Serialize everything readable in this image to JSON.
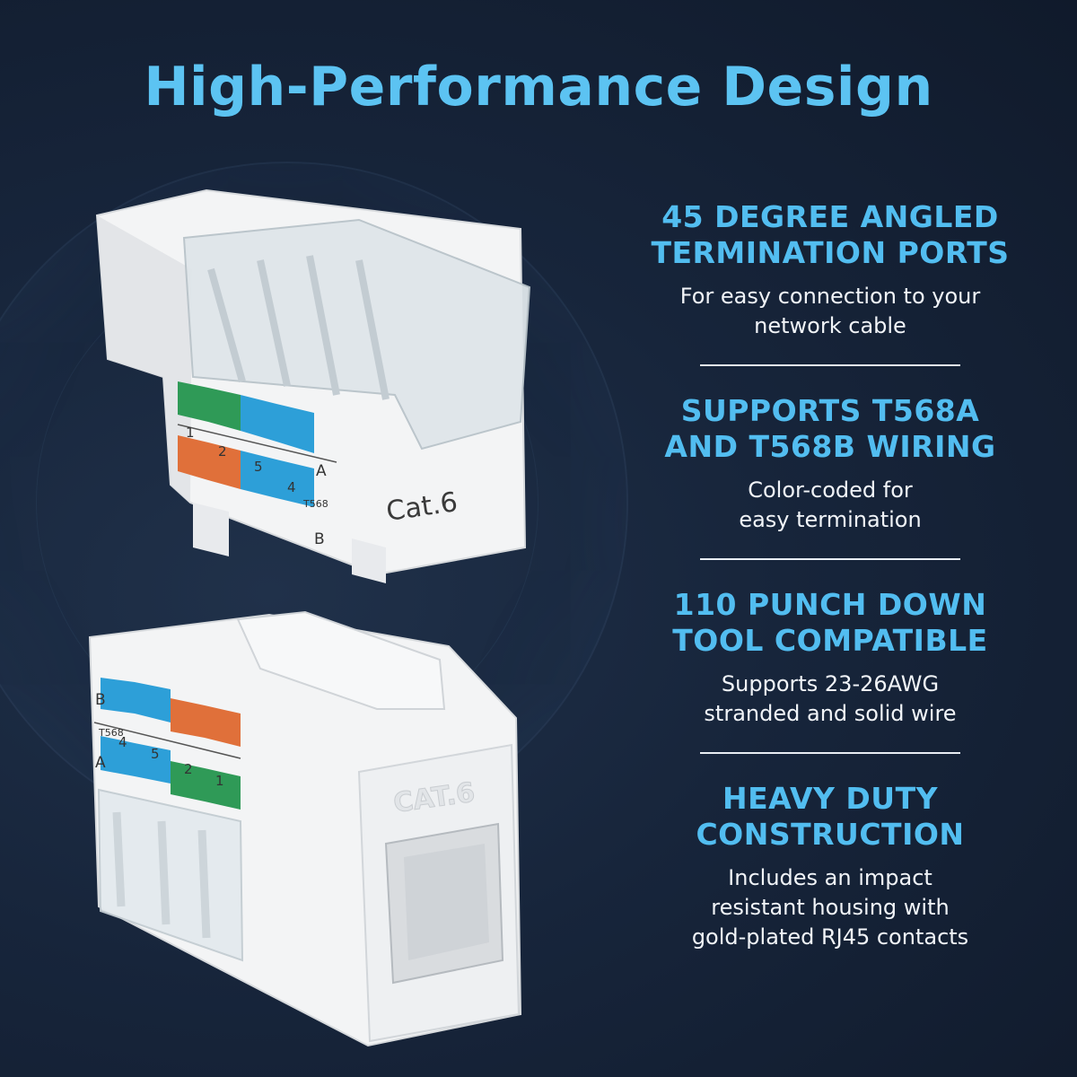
{
  "title": "High-Performance Design",
  "features": [
    {
      "heading_lines": [
        "45 DEGREE ANGLED",
        "TERMINATION PORTS"
      ],
      "desc_lines": [
        "For easy connection to your",
        "network cable"
      ]
    },
    {
      "heading_lines": [
        "SUPPORTS T568A",
        "AND T568B WIRING"
      ],
      "desc_lines": [
        "Color-coded for",
        "easy termination"
      ]
    },
    {
      "heading_lines": [
        "110 PUNCH DOWN",
        "TOOL COMPATIBLE"
      ],
      "desc_lines": [
        "Supports 23-26AWG",
        "stranded and solid wire"
      ]
    },
    {
      "heading_lines": [
        "HEAVY DUTY",
        "CONSTRUCTION"
      ],
      "desc_lines": [
        "Includes an impact",
        "resistant housing with",
        "gold-plated RJ45 contacts"
      ]
    }
  ],
  "product_top": {
    "label": "Cat.6",
    "pins": [
      "1",
      "2",
      "5",
      "4"
    ],
    "standard": "T568",
    "wiring_a": "A",
    "wiring_b": "B"
  },
  "product_bottom": {
    "label": "CAT.6",
    "pins": [
      "1",
      "2",
      "5",
      "4"
    ],
    "standard": "T568",
    "wiring_a": "A",
    "wiring_b": "B"
  },
  "colors": {
    "accent": "#52bdf0",
    "background": "#17253b",
    "wire_green": "#2f9a57",
    "wire_orange": "#e0703a",
    "wire_blue": "#2d9fd8"
  }
}
